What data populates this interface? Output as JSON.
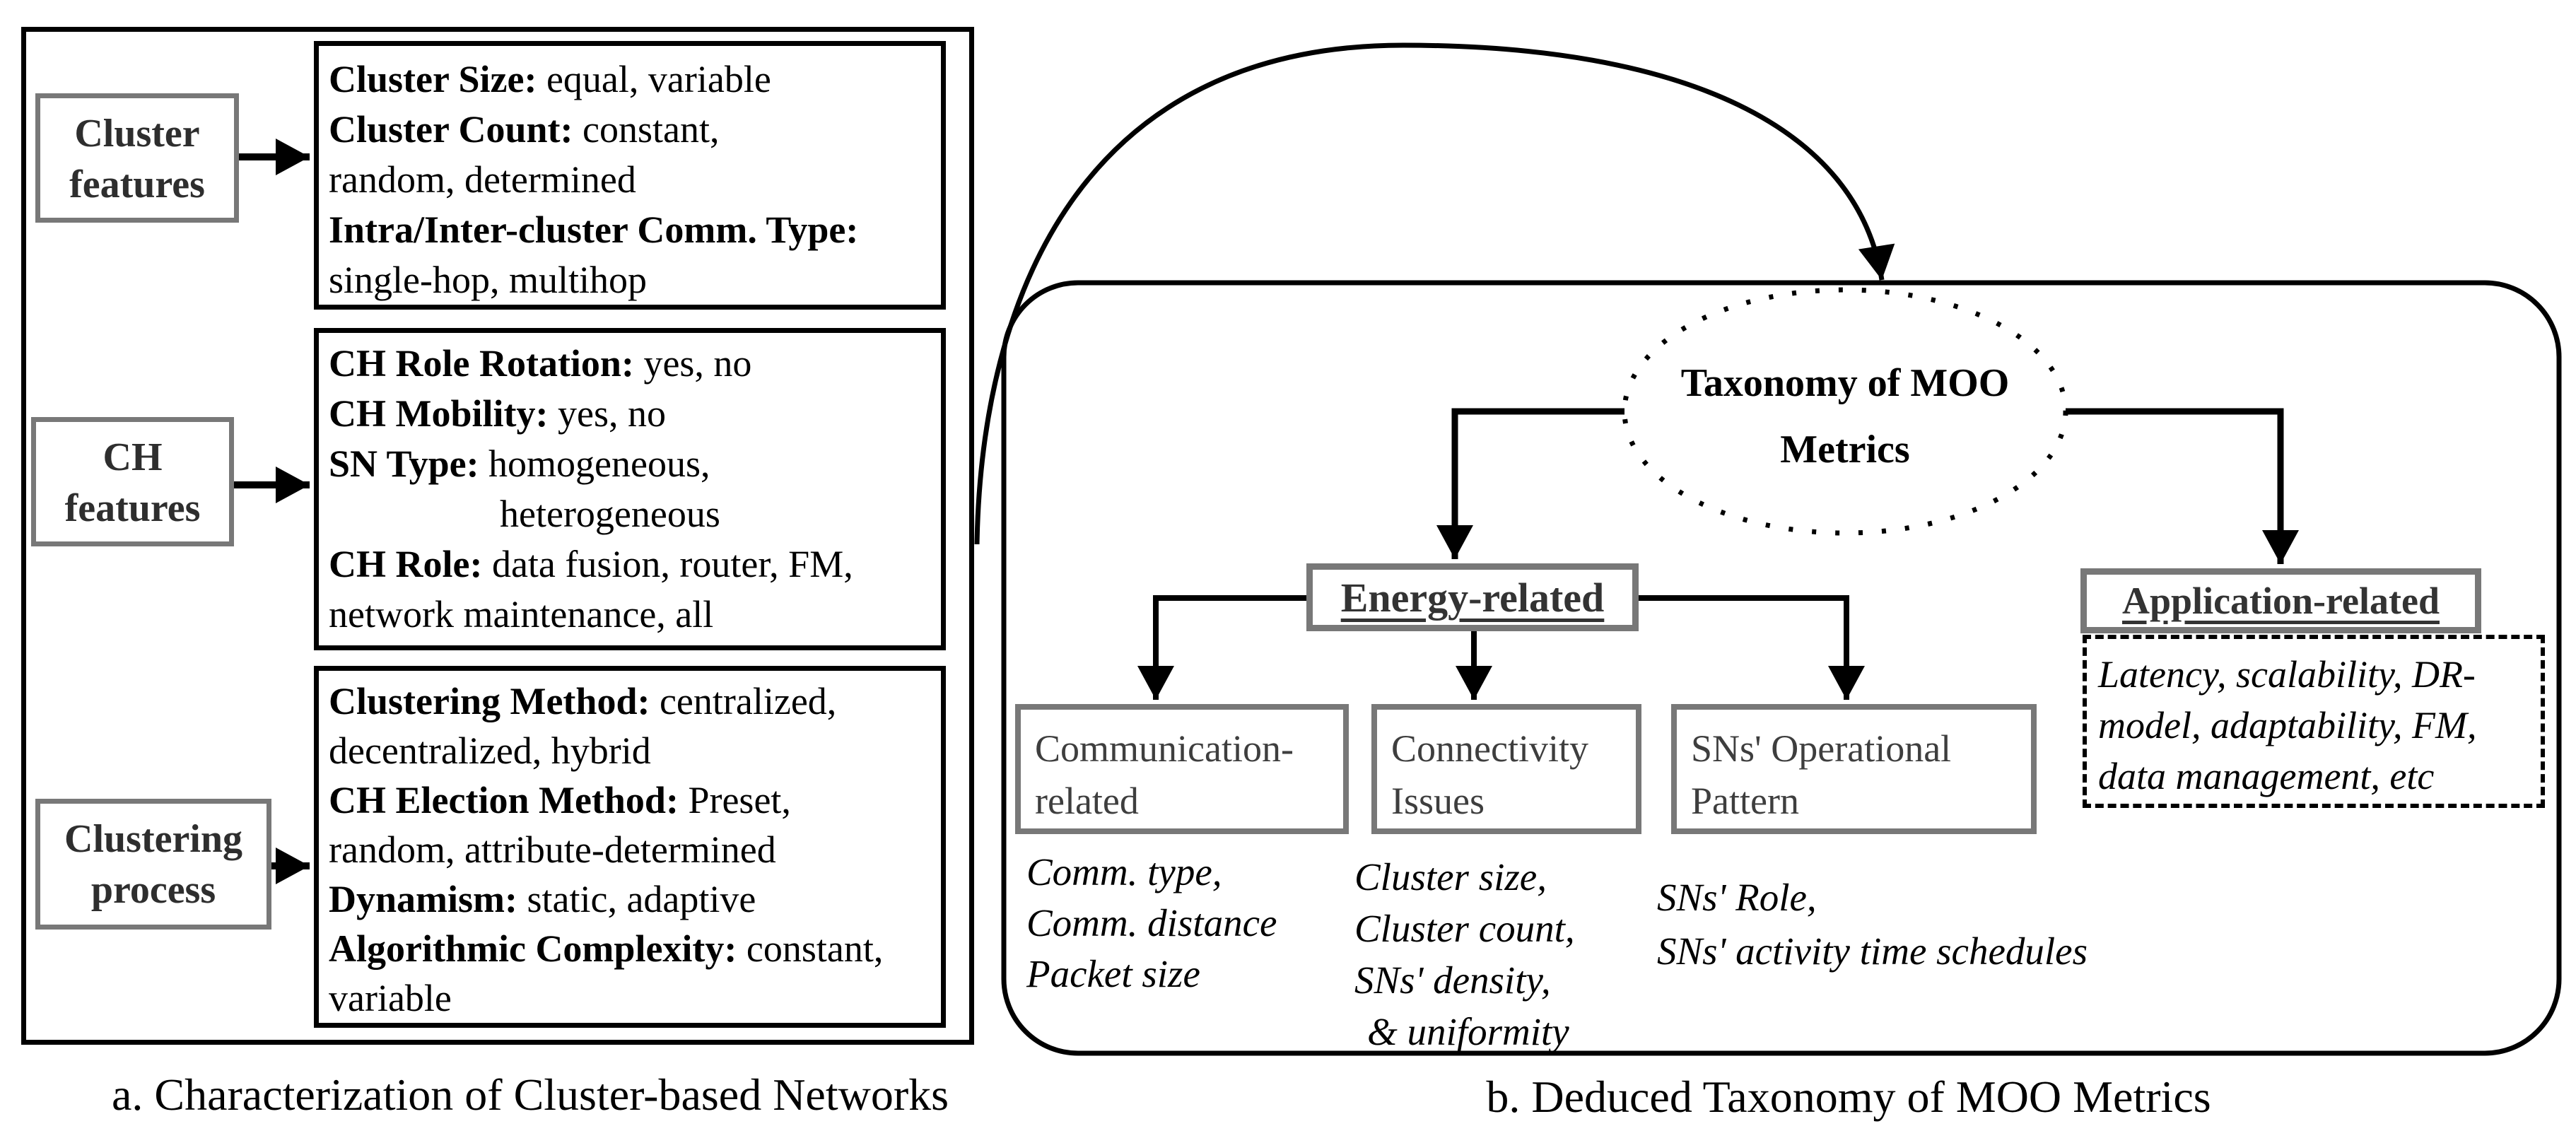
{
  "colors": {
    "ink": "#000000",
    "border_gray": "#787878",
    "label_text": "#2e2e2e",
    "child_title_text": "#3e3e3e"
  },
  "panel_a": {
    "caption": "a. Characterization of Cluster-based Networks",
    "labels": [
      {
        "lines": [
          "Cluster",
          "features"
        ]
      },
      {
        "lines": [
          "CH",
          "features"
        ]
      },
      {
        "lines": [
          "Clustering",
          "process"
        ]
      }
    ],
    "boxes": [
      {
        "lines": [
          {
            "b": "Cluster Size:",
            "r": " equal, variable"
          },
          {
            "b": "Cluster Count:",
            "r": " constant,"
          },
          {
            "b": "",
            "r": "random, determined"
          },
          {
            "b": "Intra/Inter-cluster Comm. Type:",
            "r": ""
          },
          {
            "b": "",
            "r": "single-hop, multihop"
          }
        ]
      },
      {
        "lines": [
          {
            "b": "CH Role Rotation:",
            "r": " yes, no"
          },
          {
            "b": "CH Mobility:",
            "r": " yes, no"
          },
          {
            "b": "SN Type:",
            "r": " homogeneous,"
          },
          {
            "b": "",
            "r": "heterogeneous"
          },
          {
            "b": "CH Role:",
            "r": " data fusion, router, FM,"
          },
          {
            "b": "",
            "r": "network maintenance, all"
          }
        ]
      },
      {
        "lines": [
          {
            "b": "Clustering Method:",
            "r": " centralized,"
          },
          {
            "b": "",
            "r": "decentralized, hybrid"
          },
          {
            "b": "CH Election Method:",
            "r": " Preset,"
          },
          {
            "b": "",
            "r": "random, attribute-determined"
          },
          {
            "b": "Dynamism:",
            "r": " static, adaptive"
          },
          {
            "b": "Algorithmic Complexity:",
            "r": " constant,"
          },
          {
            "b": "",
            "r": "variable"
          }
        ]
      }
    ]
  },
  "panel_b": {
    "caption": "b. Deduced Taxonomy of MOO Metrics",
    "root": {
      "lines": [
        "Taxonomy of MOO",
        "Metrics"
      ]
    },
    "energy_label": "Energy-related",
    "application_label": "Application-related",
    "application_notes": [
      "Latency, scalability, DR-",
      "model, adaptability, FM,",
      "data management, etc"
    ],
    "children": [
      {
        "title_lines": [
          "Communication-",
          "related"
        ],
        "notes": [
          "Comm. type,",
          "Comm. distance",
          "Packet size"
        ]
      },
      {
        "title_lines": [
          "Connectivity",
          "Issues"
        ],
        "notes": [
          "Cluster size,",
          "Cluster count,",
          "SNs' density,",
          "& uniformity"
        ]
      },
      {
        "title_lines": [
          "SNs' Operational",
          "Pattern"
        ],
        "notes": [
          "SNs' Role,",
          "SNs' activity time schedules"
        ]
      }
    ]
  }
}
